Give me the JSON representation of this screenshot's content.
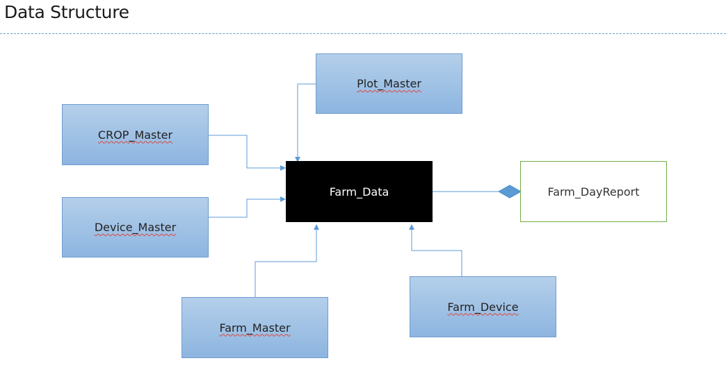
{
  "page": {
    "title": "Data Structure"
  },
  "diagram": {
    "nodes": {
      "plot_master": "Plot_Master",
      "crop_master": "CROP_Master",
      "device_master": "Device_Master",
      "farm_data": "Farm_Data",
      "farm_dayreport": "Farm_DayReport",
      "farm_master": "Farm_Master",
      "farm_device": "Farm_Device"
    },
    "colors": {
      "entity_fill_top": "#b4cfea",
      "entity_fill_bottom": "#8db5e0",
      "entity_border": "#6f9bd0",
      "central_fill": "#000000",
      "report_border": "#70ad47",
      "connector": "#5b9bd5",
      "rule": "#5b9bd5"
    }
  }
}
